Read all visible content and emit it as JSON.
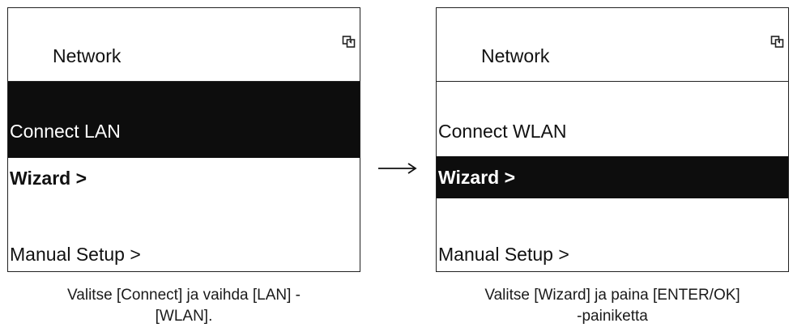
{
  "screens": [
    {
      "title": "Network",
      "icon": "refresh-icon",
      "rows": [
        {
          "label": "Connect  LAN",
          "selected": true,
          "bold": false
        },
        {
          "label": "Wizard  >",
          "selected": false,
          "bold": true
        },
        {
          "label": "Manual Setup  >",
          "selected": false,
          "bold": false
        }
      ],
      "caption": [
        "Valitse [Connect] ja vaihda [LAN] -",
        "[WLAN]."
      ]
    },
    {
      "title": "Network",
      "icon": "refresh-icon",
      "rows": [
        {
          "label": "Connect  WLAN",
          "selected": false,
          "bold": false
        },
        {
          "label": "Wizard  >",
          "selected": true,
          "bold": true
        },
        {
          "label": "Manual Setup  >",
          "selected": false,
          "bold": false
        }
      ],
      "caption": [
        "Valitse [Wizard] ja paina [ENTER/OK]",
        "-painiketta"
      ]
    }
  ],
  "colors": {
    "selection_bg": "#0d0d0d",
    "selection_fg": "#ffffff",
    "border": "#222222"
  },
  "arrow_icon": "right-arrow-icon"
}
